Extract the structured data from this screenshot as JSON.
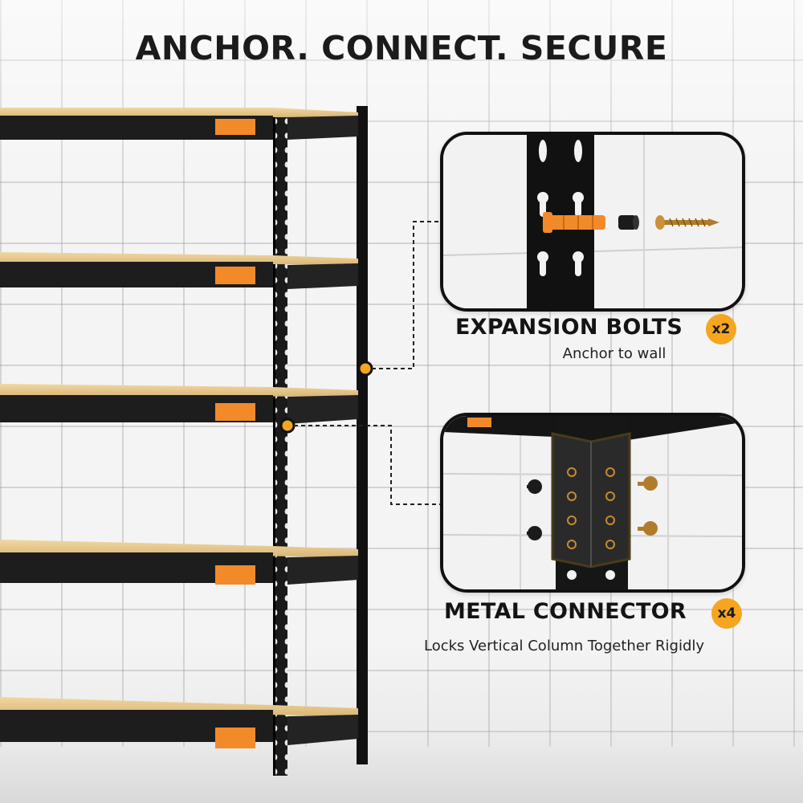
{
  "headline": "ANCHOR. CONNECT. SECURE",
  "colors": {
    "accent_orange": "#f5a51f",
    "frame_black": "#1a1a1a",
    "shelf_board": "#e8c88a",
    "tile_wall": "#f4f4f4"
  },
  "features": [
    {
      "title": "EXPANSION BOLTS",
      "quantity": "x2",
      "subtitle": "Anchor to wall",
      "icon": "expansion-bolt-icon"
    },
    {
      "title": "METAL CONNECTOR",
      "quantity": "x4",
      "subtitle": "Locks Vertical Column Together Rigidly",
      "icon": "metal-connector-icon"
    }
  ]
}
